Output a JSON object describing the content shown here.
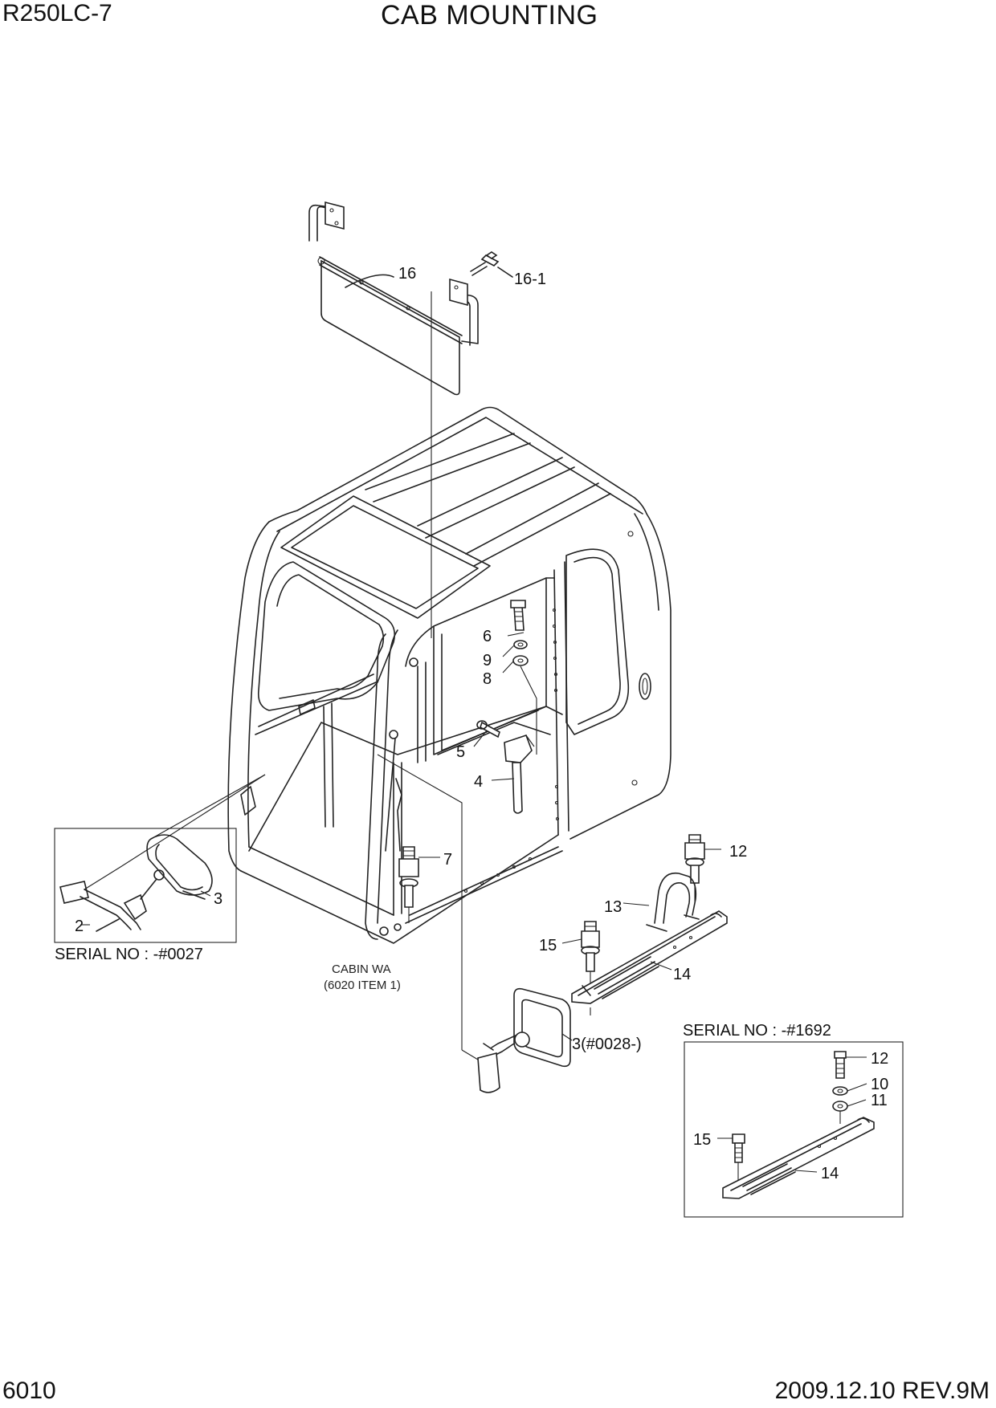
{
  "header": {
    "model": "R250LC-7",
    "title": "CAB MOUNTING"
  },
  "footer": {
    "page_number": "6010",
    "revision": "2009.12.10  REV.9M"
  },
  "notes": {
    "cabin_line1": "CABIN WA",
    "cabin_line2": "(6020 ITEM 1)"
  },
  "insets": {
    "left_serial": "SERIAL NO : -#0027",
    "right_serial": "SERIAL NO : -#1692"
  },
  "callouts": {
    "c16": "16",
    "c16_1": "16-1",
    "c6": "6",
    "c9": "9",
    "c8": "8",
    "c5": "5",
    "c4": "4",
    "c7": "7",
    "c12": "12",
    "c13": "13",
    "c15": "15",
    "c14": "14",
    "c3_new": "3(#0028-)",
    "left_c3": "3",
    "left_c2": "2",
    "right_c12": "12",
    "right_c10": "10",
    "right_c11": "11",
    "right_c15": "15",
    "right_c14": "14"
  }
}
